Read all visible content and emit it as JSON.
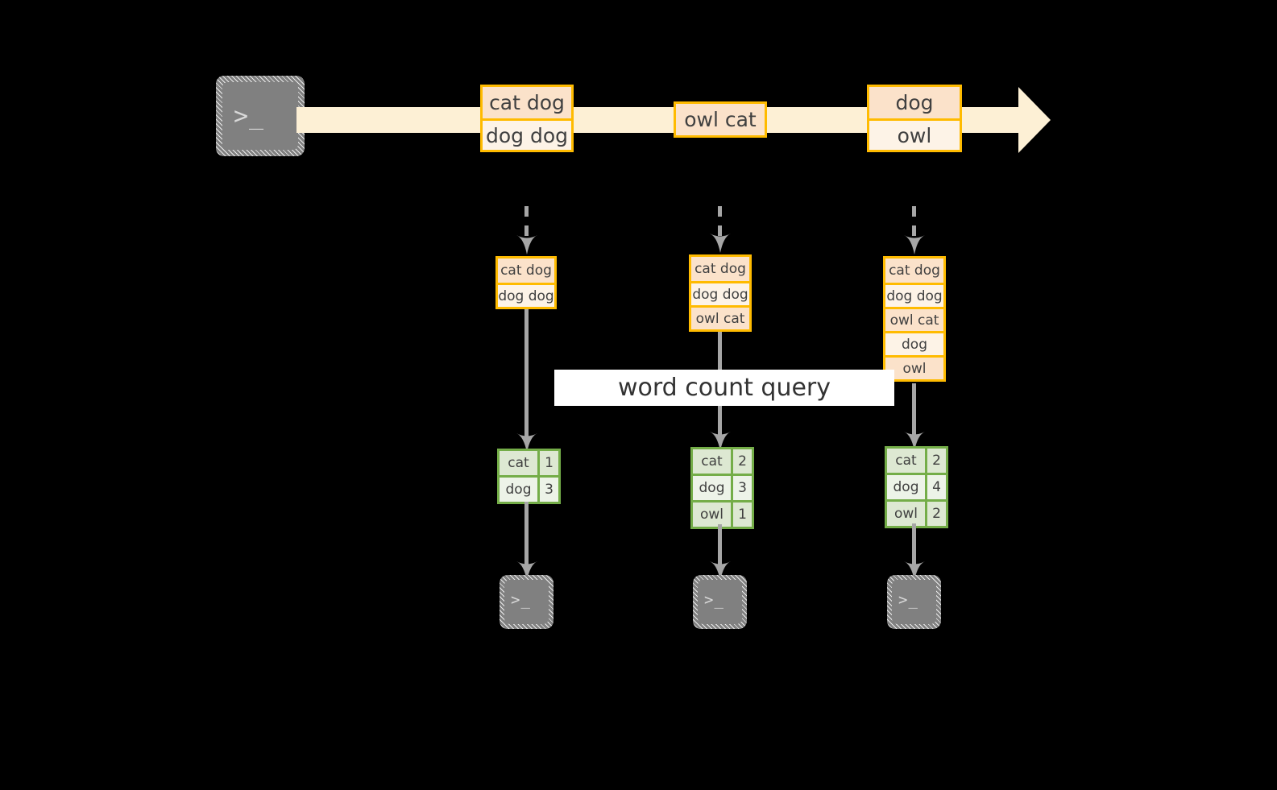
{
  "diagram": {
    "title_label": "word count query",
    "icons": {
      "terminal_prompt": ">_",
      "terminal_source_name": "terminal-icon",
      "terminal_sink_name": "terminal-icon"
    },
    "colors": {
      "background": "#000000",
      "timeline_fill": "#fdf0d5",
      "record_border": "#ffbb00",
      "record_fill_peach": "#fbe2ca",
      "record_fill_cream": "#fdf3e7",
      "table_border": "#74ad48",
      "table_fill_a": "#dde8d2",
      "table_fill_b": "#edf3e8",
      "arrow_gray": "#a6a6a6",
      "terminal_gray": "#808080",
      "label_background": "#ffffff",
      "text": "#404040"
    },
    "stream": {
      "events": [
        {
          "id": "event-1",
          "lines": [
            "cat dog",
            "dog dog"
          ]
        },
        {
          "id": "event-2",
          "lines": [
            "owl cat"
          ]
        },
        {
          "id": "event-3",
          "lines": [
            "dog",
            "owl"
          ]
        }
      ]
    },
    "snapshots": [
      {
        "id": "snapshot-1",
        "lines": [
          "cat dog",
          "dog dog"
        ],
        "counts": [
          {
            "word": "cat",
            "count": "1"
          },
          {
            "word": "dog",
            "count": "3"
          }
        ]
      },
      {
        "id": "snapshot-2",
        "lines": [
          "cat dog",
          "dog dog",
          "owl cat"
        ],
        "counts": [
          {
            "word": "cat",
            "count": "2"
          },
          {
            "word": "dog",
            "count": "3"
          },
          {
            "word": "owl",
            "count": "1"
          }
        ]
      },
      {
        "id": "snapshot-3",
        "lines": [
          "cat dog",
          "dog dog",
          "owl cat",
          "dog",
          "owl"
        ],
        "counts": [
          {
            "word": "cat",
            "count": "2"
          },
          {
            "word": "dog",
            "count": "4"
          },
          {
            "word": "owl",
            "count": "2"
          }
        ]
      }
    ]
  }
}
